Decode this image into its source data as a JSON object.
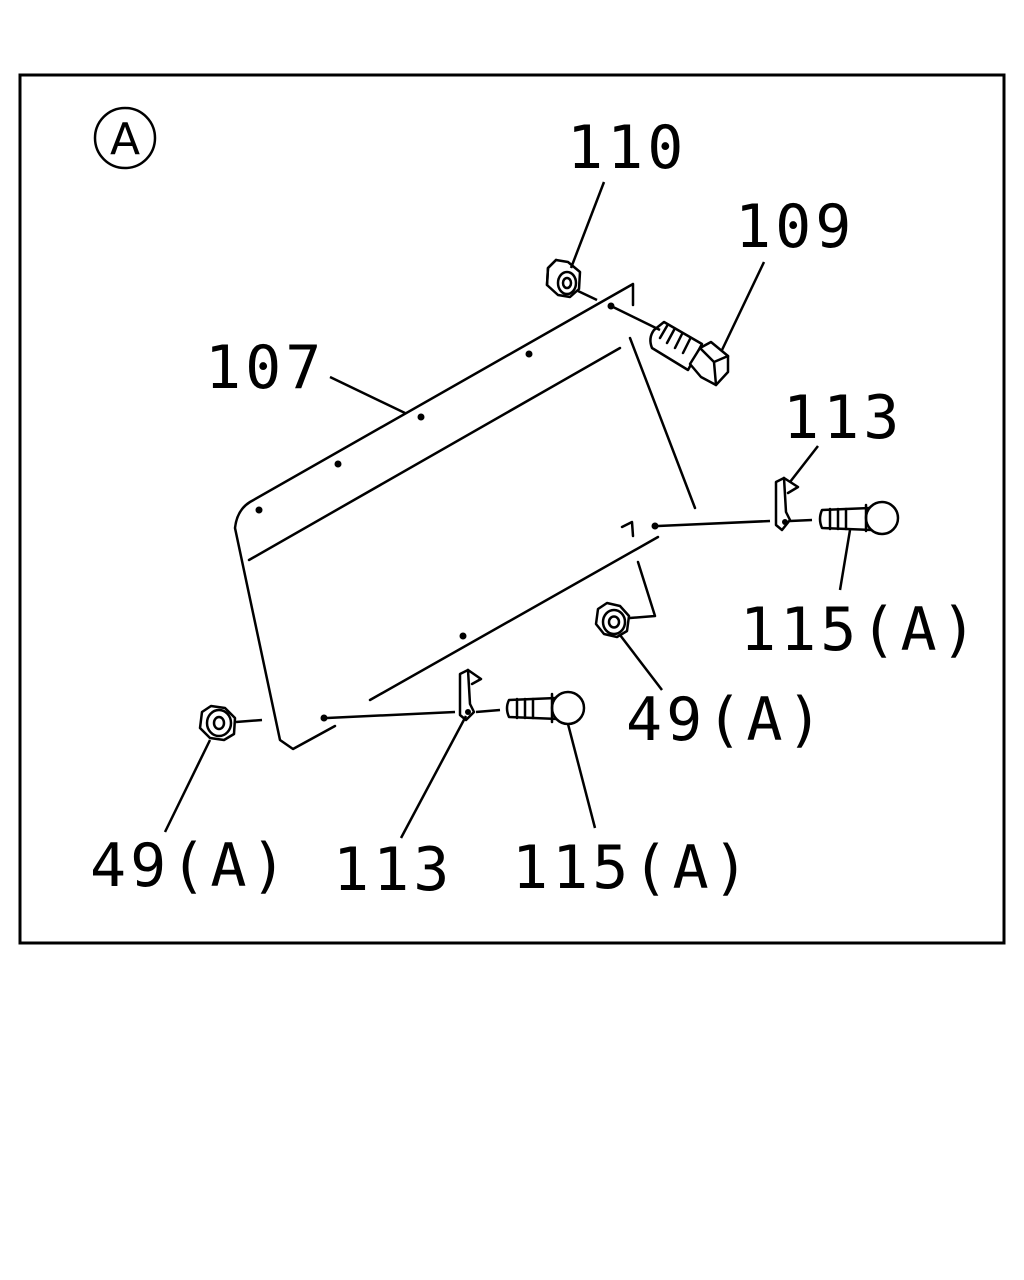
{
  "view": {
    "marker": "A"
  },
  "callouts": {
    "part_107": "107",
    "part_109": "109",
    "part_110": "110",
    "part_113_right": "113",
    "part_113_bottom": "113",
    "part_115_right": "115(A)",
    "part_115_bottom": "115(A)",
    "part_49_right": "49(A)",
    "part_49_left": "49(A)"
  }
}
